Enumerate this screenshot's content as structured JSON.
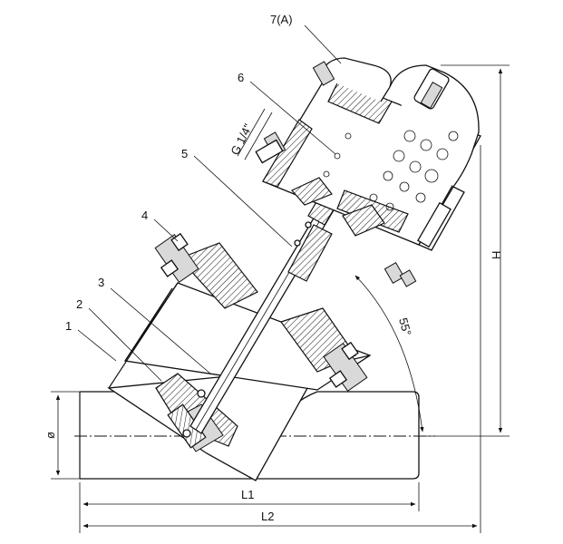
{
  "labels": {
    "part_1": "1",
    "part_2": "2",
    "part_3": "3",
    "part_4": "4",
    "part_5": "5",
    "part_6": "6",
    "part_7": "7(A)",
    "thread": "G 1/4\"",
    "angle": "55°"
  },
  "dimensions": {
    "diameter": "ø",
    "l1": "L1",
    "l2": "L2",
    "h": "H"
  }
}
